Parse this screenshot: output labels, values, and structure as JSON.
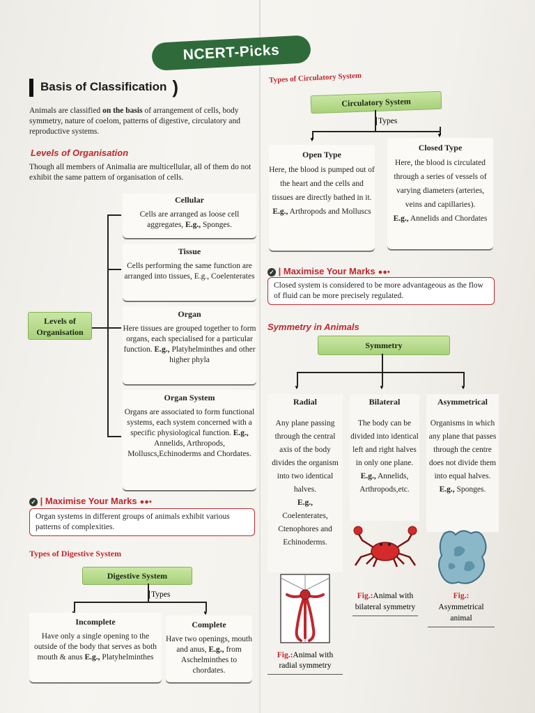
{
  "banner": "NCERT-Picks",
  "basis": {
    "heading": "Basis of Classification",
    "text_pre": "Animals are classified ",
    "text_bold": "on the basis",
    "text_post": " of arrangement of cells, body symmetry, nature of coelom, patterns of digestive, circulatory and reproductive systems."
  },
  "levels": {
    "heading": "Levels of Organisation",
    "intro": "Though all members of Animalia are multicellular, all of them do not exhibit the same pattern of organisation of cells.",
    "root_label": "Levels of Organisation",
    "items": [
      {
        "title": "Cellular",
        "text": "Cells are arranged as loose cell aggregates, ",
        "eg": "E.g.,",
        "eg_text": " Sponges."
      },
      {
        "title": "Tissue",
        "text": "Cells performing the same function are arranged into tissues, E.g., Coelenterates",
        "eg": "",
        "eg_text": ""
      },
      {
        "title": "Organ",
        "text": "Here tissues are grouped together to form organs, each specialised for a particular function.",
        "eg": "E.g.,",
        "eg_text": " Platyhelminthes and other higher phyla"
      },
      {
        "title": "Organ System",
        "text": "Organs are associated to form functional systems, each system concerned with a specific physiological function.",
        "eg": "E.g.,",
        "eg_text": " Annelids, Arthropods, Molluscs,Echinoderms and Chordates."
      }
    ]
  },
  "maximise_left": {
    "title": "Maximise Your Marks",
    "text": "Organ systems in different groups of animals exhibit various patterns of complexities."
  },
  "digestive": {
    "heading": "Types of Digestive System",
    "root": "Digestive System",
    "types_label": "Types",
    "incomplete": {
      "title": "Incomplete",
      "text": "Have only a single opening to the outside of the body that serves as both mouth & anus",
      "eg": "E.g.,",
      "eg_text": " Platyhelminthes"
    },
    "complete": {
      "title": "Complete",
      "text": "Have two openings, mouth and anus, ",
      "eg": "E.g.,",
      "eg_text": " from Aschelminthes to chordates."
    }
  },
  "circulatory": {
    "heading": "Types of Circulatory System",
    "root": "Circulatory System",
    "types_label": "Types",
    "open": {
      "title": "Open Type",
      "text": "Here, the blood is pumped out of the heart and the cells and tissues are directly bathed in it.",
      "eg": "E.g.,",
      "eg_text": " Arthropods and Molluscs"
    },
    "closed": {
      "title": "Closed Type",
      "text": "Here, the blood is circulated through a series of vessels of varying diameters (arteries, veins and capillaries).",
      "eg": "E.g.,",
      "eg_text": " Annelids and Chordates"
    }
  },
  "maximise_right": {
    "title": "Maximise Your Marks",
    "text": "Closed system is considered to be more advantageous as the flow of fluid can be more precisely regulated."
  },
  "symmetry": {
    "heading": "Symmetry in Animals",
    "root": "Symmetry",
    "radial": {
      "title": "Radial",
      "text": "Any plane passing through the central axis of the body divides the organism into two identical halves.",
      "eg": "E.g.,",
      "eg_text": "Coelenterates, Ctenophores and Echinoderms."
    },
    "bilateral": {
      "title": "Bilateral",
      "text": "The body can be divided into identical left and right halves in only one plane.",
      "eg": "E.g.,",
      "eg_text": " Annelids, Arthropods,etc."
    },
    "asym": {
      "title": "Asymmetrical",
      "text": "Organisms in which any plane that passes through the centre does not divide them into equal halves.",
      "eg": "E.g.,",
      "eg_text": " Sponges."
    },
    "fig_radial": {
      "label": "Fig.:",
      "text": "Animal with radial symmetry"
    },
    "fig_bilateral": {
      "label": "Fig.:",
      "text": "Animal with bilateral symmetry"
    },
    "fig_asym": {
      "label": "Fig.:",
      "text": "Asymmetrical animal"
    }
  }
}
